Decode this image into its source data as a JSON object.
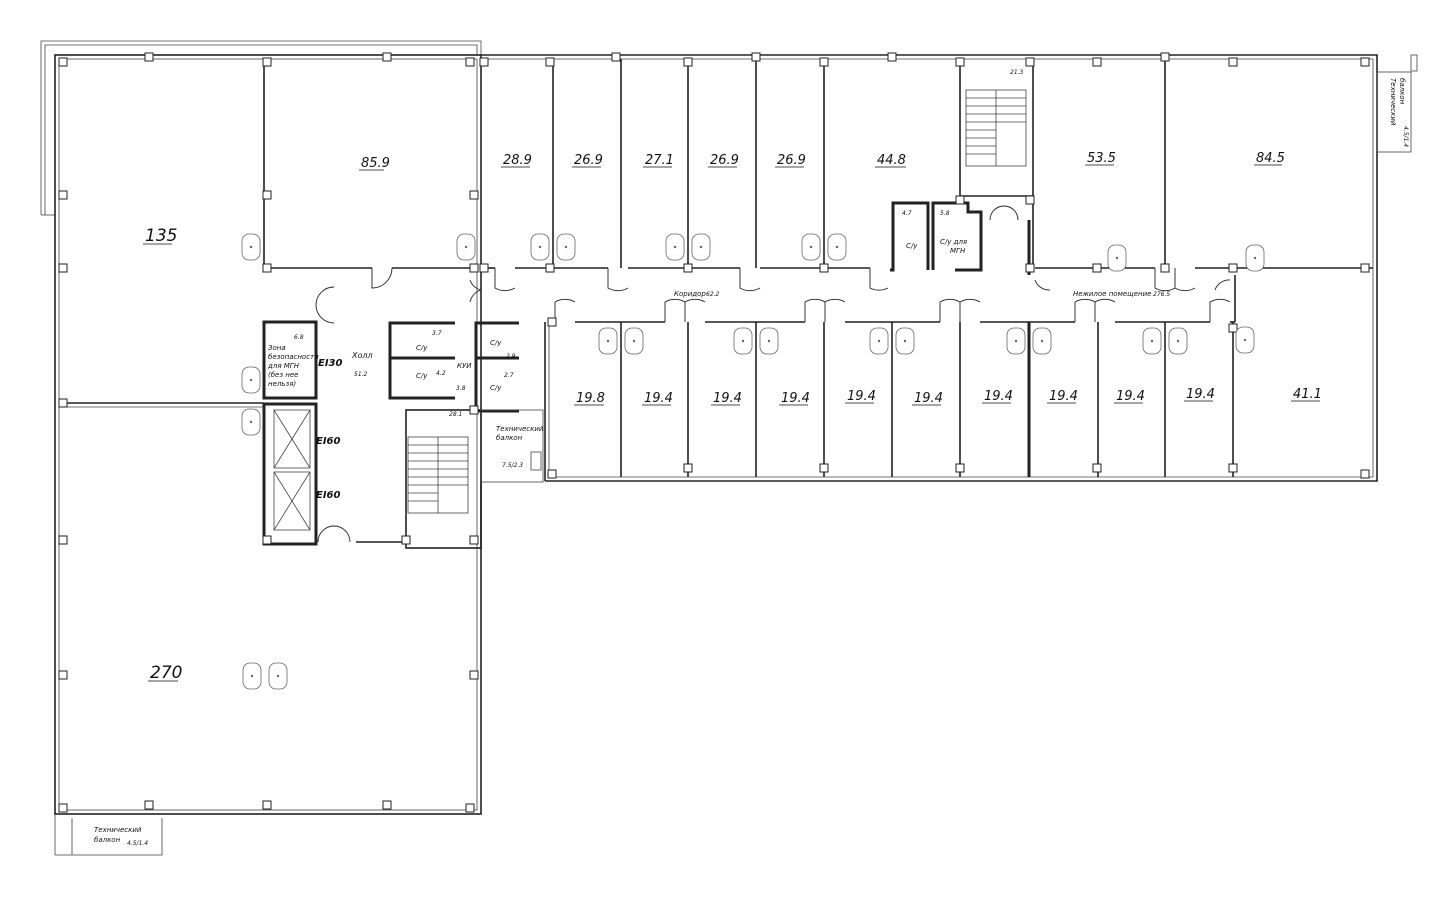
{
  "plan": {
    "rooms_west": [
      {
        "id": "r135",
        "area": "135"
      },
      {
        "id": "r859",
        "area": "85.9"
      },
      {
        "id": "r270",
        "area": "270"
      }
    ],
    "rooms_north": [
      {
        "id": "n1",
        "area": "28.9"
      },
      {
        "id": "n2",
        "area": "26.9"
      },
      {
        "id": "n3",
        "area": "27.1"
      },
      {
        "id": "n4",
        "area": "26.9"
      },
      {
        "id": "n5",
        "area": "26.9"
      },
      {
        "id": "n6",
        "area": "44.8"
      },
      {
        "id": "n7",
        "area": "53.5"
      },
      {
        "id": "n8",
        "area": "84.5"
      }
    ],
    "rooms_south": [
      {
        "id": "s1",
        "area": "19.8"
      },
      {
        "id": "s2",
        "area": "19.4"
      },
      {
        "id": "s3",
        "area": "19.4"
      },
      {
        "id": "s4",
        "area": "19.4"
      },
      {
        "id": "s5",
        "area": "19.4"
      },
      {
        "id": "s6",
        "area": "19.4"
      },
      {
        "id": "s7",
        "area": "19.4"
      },
      {
        "id": "s8",
        "area": "19.4"
      },
      {
        "id": "s9",
        "area": "19.4"
      },
      {
        "id": "s10",
        "area": "19.4"
      },
      {
        "id": "s11",
        "area": "41.1"
      }
    ],
    "small": {
      "stair_north_area": "21.3",
      "wc1_area": "4.7",
      "wc1_label": "С/у",
      "wc2_area": "5.8",
      "wc2_label": "С/у для МГН",
      "corridor_label": "Коридор",
      "corridor_area": "62.2",
      "nonres_label": "Нежилое помещение",
      "nonres_area": "276.5",
      "safety_area": "6.8",
      "safety_label": "Зона безопасности для МГН (без нее нельзя)",
      "fire_e130": "EI30",
      "fire_e160a": "EI60",
      "fire_e160b": "EI60",
      "hall_label": "Холл",
      "hall_area": "51.2",
      "wc3_label": "С/у",
      "wc3_area": "3.7",
      "wc4_label": "С/у",
      "wc4_area": "4.2",
      "kui_label": "КУИ",
      "kui_area": "3.8",
      "wc5_label": "С/у",
      "wc5_area": "2.9",
      "wc6_label": "С/у",
      "wc6_area": "2.7",
      "stair_mid_area": "28.1",
      "tb_mid_label": "Технический балкон",
      "tb_mid_area": "7.5/2.3",
      "tb_ne_label": "Технический балкон",
      "tb_ne_area": "4.5/1.4",
      "tb_sw_label": "Технический балкон",
      "tb_sw_area": "4.5/1.4"
    }
  }
}
